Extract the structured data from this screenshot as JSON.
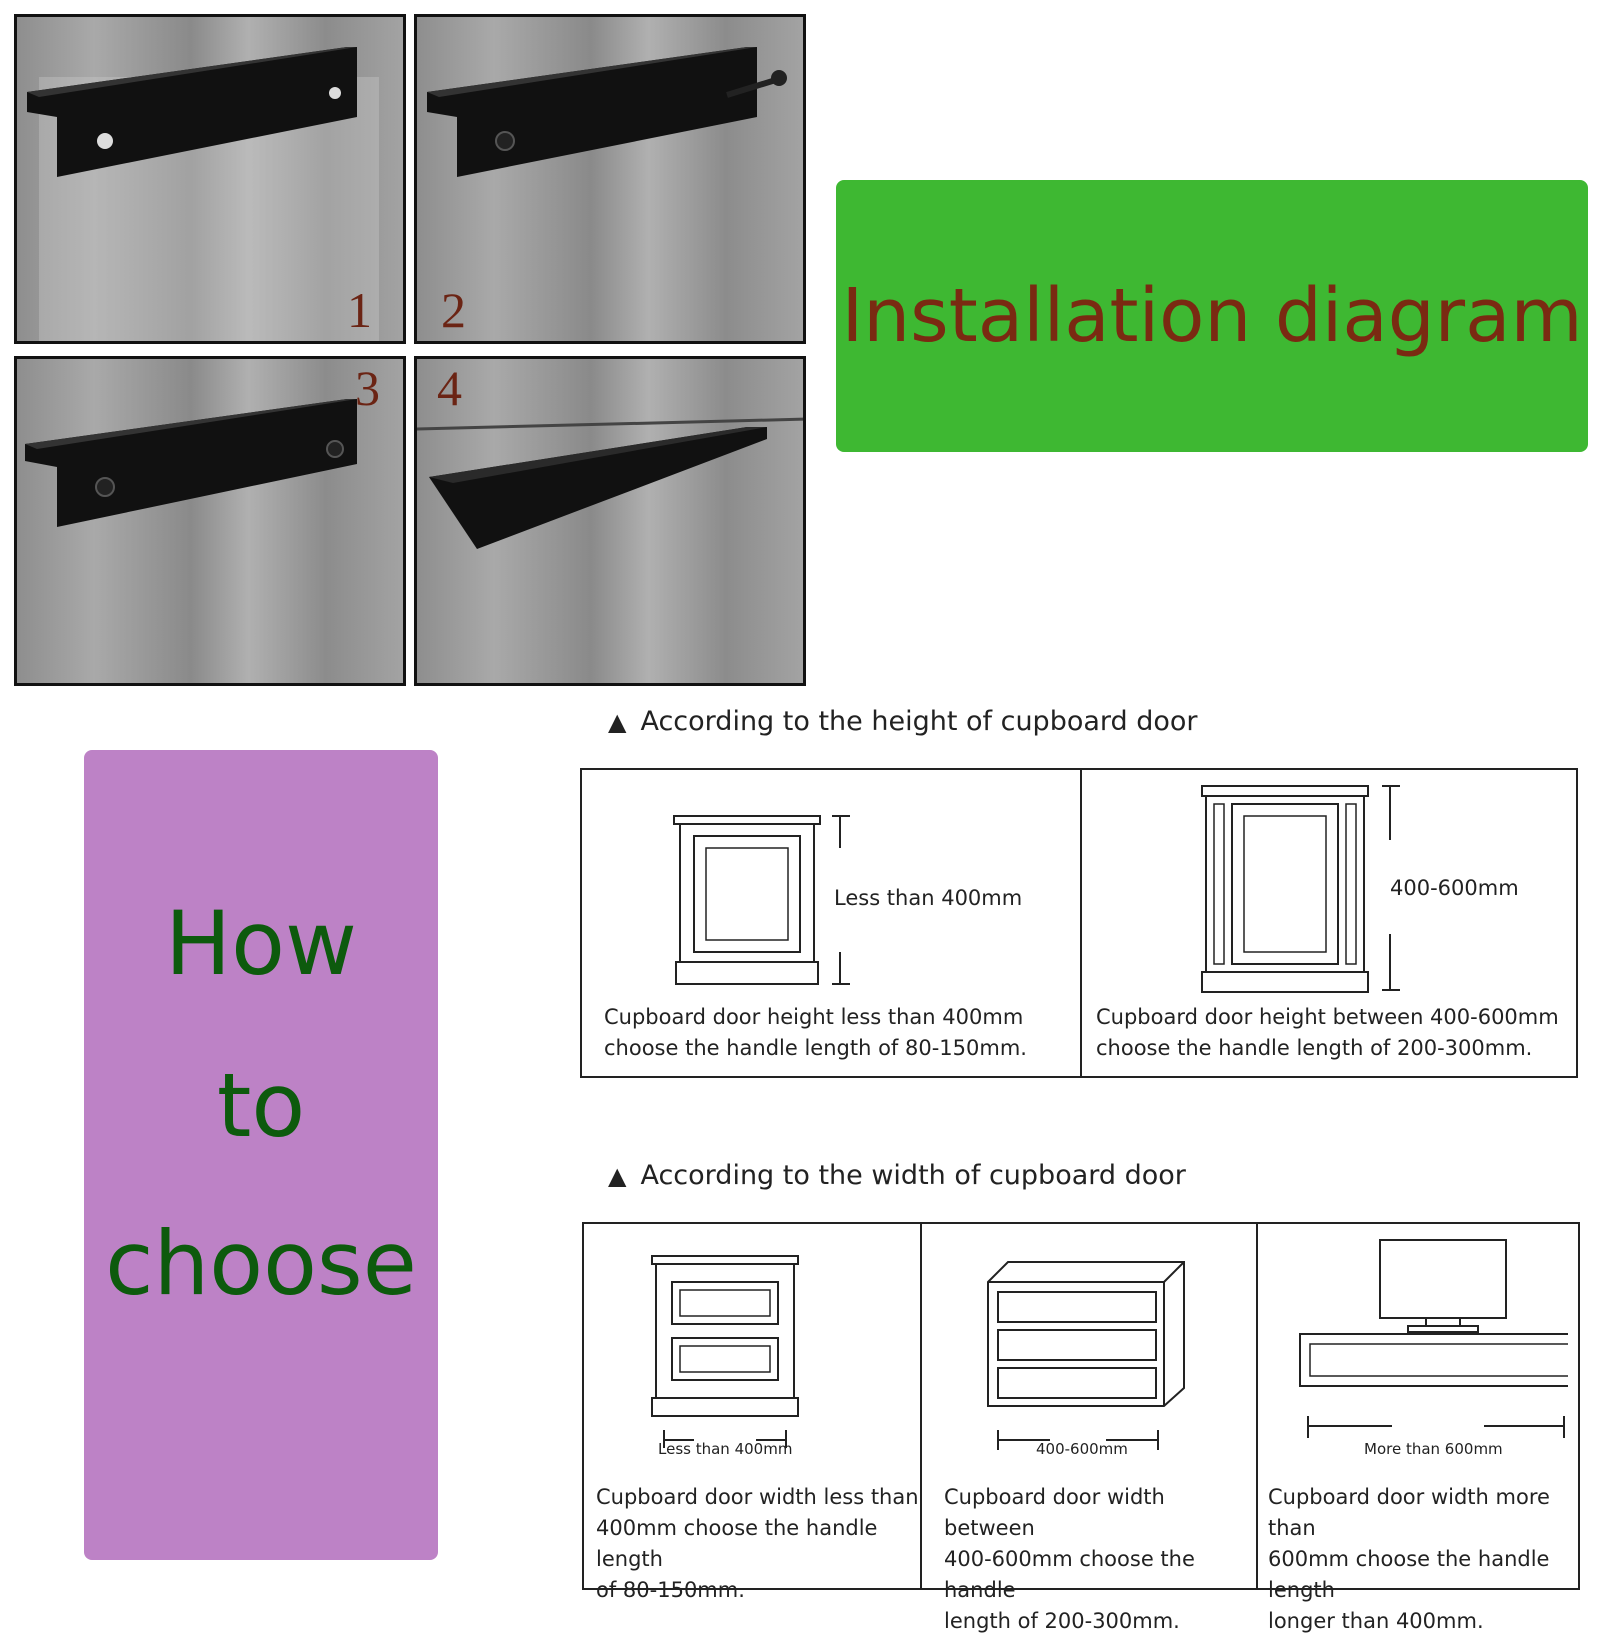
{
  "installation": {
    "title": "Installation diagram",
    "steps": [
      "1",
      "2",
      "3",
      "4"
    ]
  },
  "how_to_choose": {
    "line1": "How",
    "line2": "to",
    "line3": "choose"
  },
  "height_section": {
    "heading": "According to the height of cupboard door",
    "cards": [
      {
        "dimension": "Less than 400mm",
        "caption_line1": "Cupboard door height less than 400mm",
        "caption_line2": "choose the handle length of 80-150mm."
      },
      {
        "dimension": "400-600mm",
        "caption_line1": "Cupboard door height between 400-600mm",
        "caption_line2": "choose the handle length of 200-300mm."
      }
    ]
  },
  "width_section": {
    "heading": "According to the width of cupboard door",
    "cards": [
      {
        "dimension": "Less than 400mm",
        "caption_line1": "Cupboard door width less than",
        "caption_line2": "400mm choose the handle length",
        "caption_line3": "of 80-150mm."
      },
      {
        "dimension": "400-600mm",
        "caption_line1": "Cupboard door width between",
        "caption_line2": "400-600mm choose the handle",
        "caption_line3": "length of 200-300mm."
      },
      {
        "dimension": "More than 600mm",
        "caption_line1": "Cupboard door width more than",
        "caption_line2": "600mm choose the handle length",
        "caption_line3": "longer than 400mm."
      }
    ]
  },
  "colors": {
    "green_panel": "#3eb832",
    "purple_panel": "#bd82c6",
    "title_text": "#7a2a12",
    "choose_text": "#0d5a0d",
    "step_number": "#6b2414"
  }
}
